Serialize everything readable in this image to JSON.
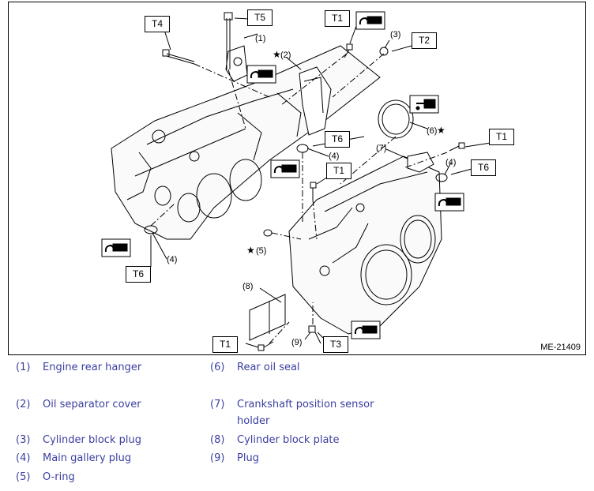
{
  "figure": {
    "id": "ME-21409",
    "torque_labels": [
      "T1",
      "T1",
      "T1",
      "T1",
      "T2",
      "T3",
      "T4",
      "T5",
      "T6",
      "T6",
      "T6"
    ],
    "callouts": {
      "c1": "(1)",
      "c2": "(2)",
      "c3": "(3)",
      "c4a": "(4)",
      "c4b": "(4)",
      "c4c": "(4)",
      "c5": "(5)",
      "c6": "(6)",
      "c7": "(7)",
      "c8": "(8)",
      "c9": "(9)"
    },
    "star_glyph": "★",
    "colors": {
      "line": "#000000",
      "legend_text": "#3a3fa0"
    }
  },
  "legend": [
    {
      "num": "(1)",
      "text": "Engine rear hanger"
    },
    {
      "num": "(2)",
      "text": "Oil separator cover"
    },
    {
      "num": "(3)",
      "text": "Cylinder block plug"
    },
    {
      "num": "(4)",
      "text": "Main gallery plug"
    },
    {
      "num": "(5)",
      "text": "O-ring"
    },
    {
      "num": "(6)",
      "text": "Rear oil seal"
    },
    {
      "num": "(7)",
      "text": "Crankshaft position sensor holder"
    },
    {
      "num": "(8)",
      "text": "Cylinder block plate"
    },
    {
      "num": "(9)",
      "text": "Plug"
    }
  ]
}
